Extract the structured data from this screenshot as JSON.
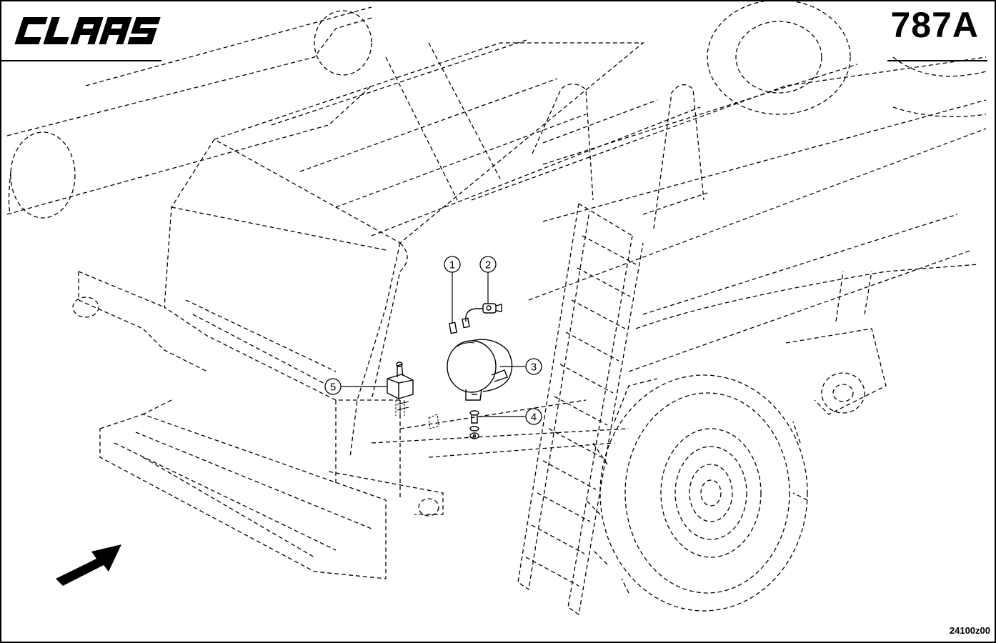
{
  "header": {
    "brand": "CLAAS",
    "page_number": "787A"
  },
  "footer": {
    "drawing_id": "24100z00"
  },
  "callouts": [
    "1",
    "2",
    "3",
    "4",
    "5"
  ],
  "colors": {
    "ink": "#000000",
    "background": "#ffffff"
  }
}
